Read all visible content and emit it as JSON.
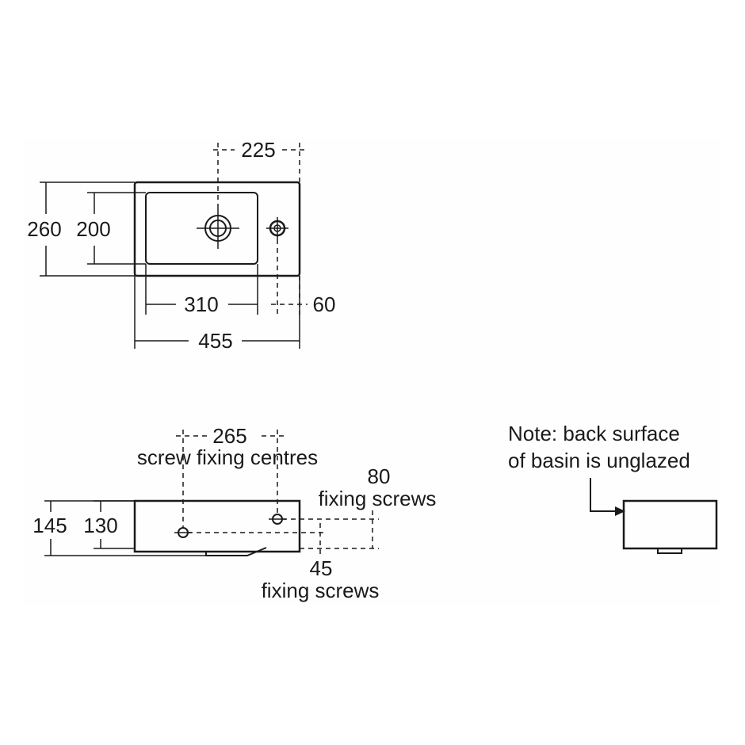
{
  "colors": {
    "line": "#1a1a1a",
    "background": "#ffffff",
    "panel": "#fefefe"
  },
  "plan_view": {
    "dim_width_overall": "455",
    "dim_bowl_width": "310",
    "dim_tap_to_edge": "225",
    "dim_tap_hole_offset": "60",
    "dim_depth_overall": "260",
    "dim_bowl_depth": "200"
  },
  "front_view": {
    "dim_screw_centres": "265",
    "label_screw_centres": "screw fixing centres",
    "dim_height_overall": "145",
    "dim_height_body": "130",
    "dim_upper_screws": "80",
    "label_upper_screws": "fixing screws",
    "dim_lower_screws": "45",
    "label_lower_screws": "fixing screws"
  },
  "note": {
    "line1": "Note: back surface",
    "line2": "of basin is unglazed"
  }
}
